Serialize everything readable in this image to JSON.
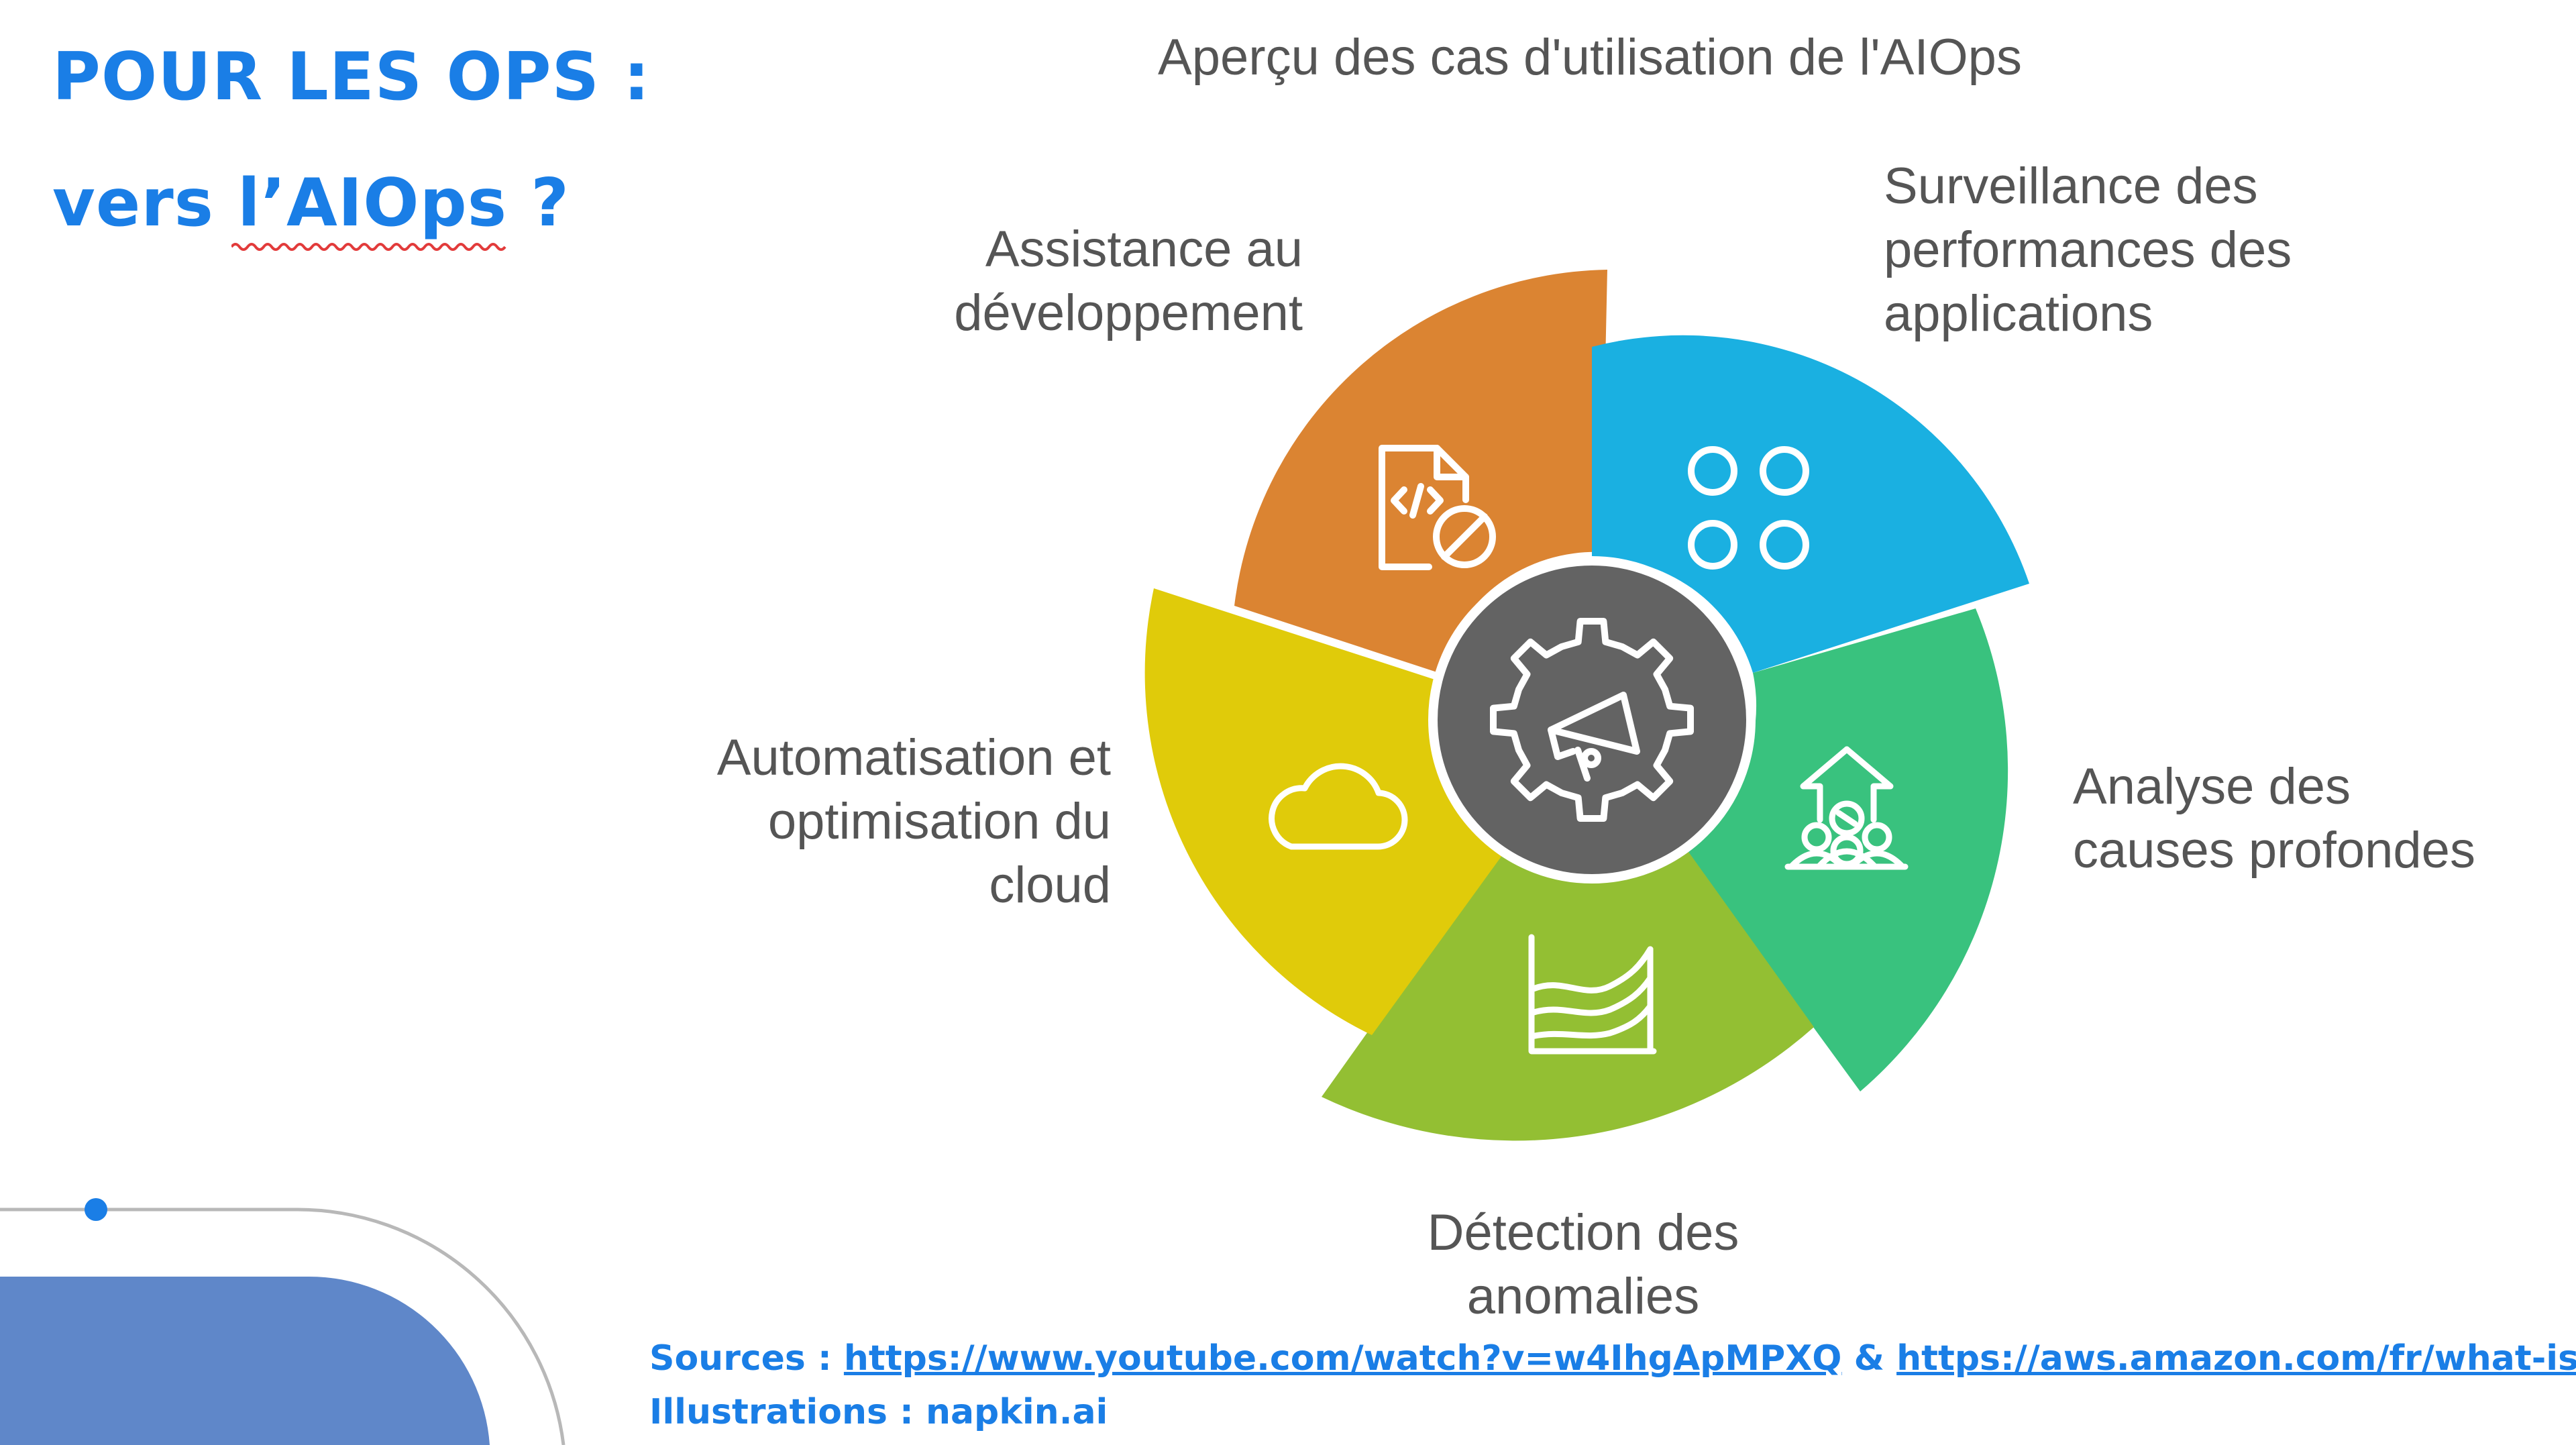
{
  "slide": {
    "title_line_1": "POUR LES OPS :",
    "title_line_2": "vers l’AIOps ?"
  },
  "diagram": {
    "title": "Aperçu des cas d'utilisation de l'AIOps",
    "segments": [
      {
        "id": "dev",
        "color": "#db8432",
        "icon": "code-file-blocked-icon",
        "label_lines": [
          "Assistance au",
          "développement"
        ]
      },
      {
        "id": "perf",
        "color": "#1ab0e1",
        "icon": "four-circles-grid-icon",
        "label_lines": [
          "Surveillance des",
          "performances des",
          "applications"
        ]
      },
      {
        "id": "root",
        "color": "#39c27e",
        "icon": "team-arrow-up-icon",
        "label_lines": [
          "Analyse des",
          "causes profondes"
        ]
      },
      {
        "id": "anom",
        "color": "#93bf33",
        "icon": "area-chart-icon",
        "label_lines": [
          "Détection des",
          "anomalies"
        ]
      },
      {
        "id": "cloud",
        "color": "#e0cb0a",
        "icon": "cloud-icon",
        "label_lines": [
          "Automatisation et",
          "optimisation du",
          "cloud"
        ]
      }
    ],
    "hub": {
      "color": "#636363",
      "icon": "gear-megaphone-icon"
    }
  },
  "footer": {
    "sources_prefix": "Sources : ",
    "source_1": "https://www.youtube.com/watch?v=w4IhgApMPXQ",
    "separator": " & ",
    "source_2": "https://aws.amazon.com/fr/what-is/aiops",
    "illustrations": "Illustrations : napkin.ai"
  },
  "colors": {
    "title_blue": "#1a7ee6",
    "label_gray": "#555555",
    "deco_blue": "#5f87c9"
  }
}
